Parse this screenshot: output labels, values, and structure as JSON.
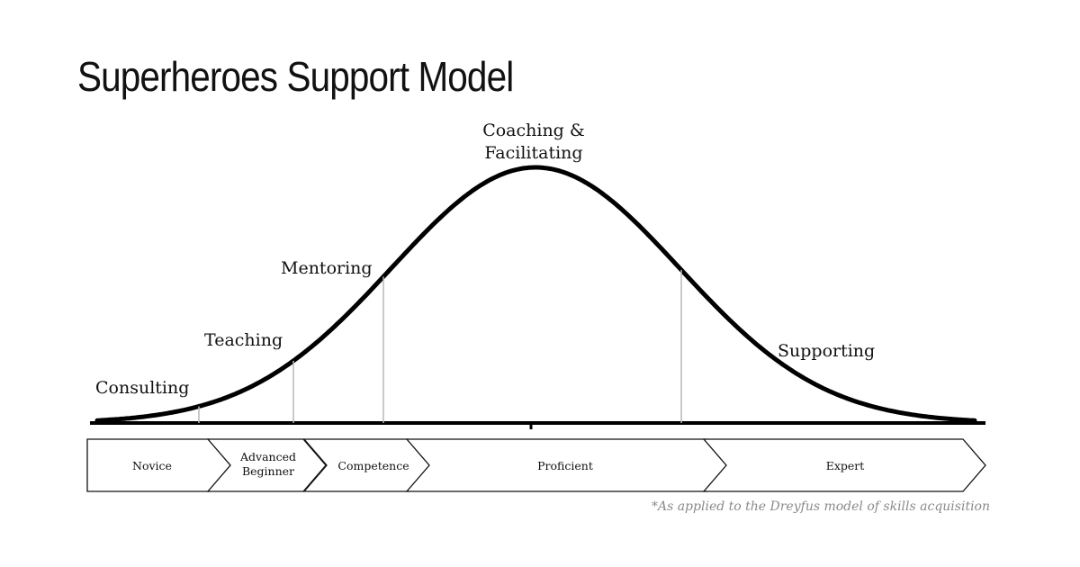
{
  "title": "Superheroes Support Model",
  "footnote": "*As applied to the Dreyfus model of skills acquisition",
  "support_styles": {
    "consulting": "Consulting",
    "teaching": "Teaching",
    "mentoring": "Mentoring",
    "coaching_line1": "Coaching &",
    "coaching_line2": "Facilitating",
    "supporting": "Supporting"
  },
  "stages": {
    "novice": "Novice",
    "advanced_line1": "Advanced",
    "advanced_line2": "Beginner",
    "competence": "Competence",
    "proficient": "Proficient",
    "expert": "Expert"
  }
}
